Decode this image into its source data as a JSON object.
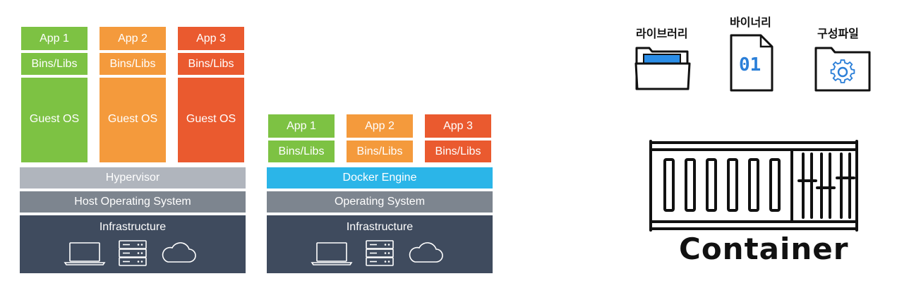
{
  "vm_stack": {
    "apps": [
      "App 1",
      "App 2",
      "App 3"
    ],
    "bins": [
      "Bins/Libs",
      "Bins/Libs",
      "Bins/Libs"
    ],
    "guest_os": [
      "Guest OS",
      "Guest OS",
      "Guest OS"
    ],
    "hypervisor": "Hypervisor",
    "host_os": "Host Operating System",
    "infrastructure": "Infrastructure"
  },
  "container_stack": {
    "apps": [
      "App 1",
      "App 2",
      "App 3"
    ],
    "bins": [
      "Bins/Libs",
      "Bins/Libs",
      "Bins/Libs"
    ],
    "engine": "Docker Engine",
    "os": "Operating System",
    "infrastructure": "Infrastructure"
  },
  "sketch": {
    "items": [
      {
        "label": "라이브러리",
        "icon": "folder-icon"
      },
      {
        "label": "바이너리",
        "icon": "binary-file-icon",
        "file_text": "01"
      },
      {
        "label": "구성파일",
        "icon": "gear-folder-icon"
      }
    ],
    "container_label": "Container"
  },
  "colors": {
    "green": "#7dc243",
    "orange": "#f49a3c",
    "red": "#ea5a2f",
    "hypervisor": "#b0b5bd",
    "docker": "#2bb5e8",
    "os": "#7d858f",
    "infra": "#3f4b5e"
  }
}
